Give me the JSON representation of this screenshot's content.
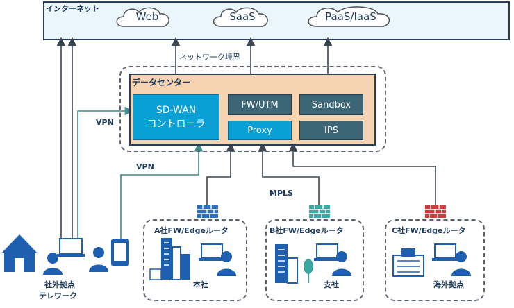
{
  "internet": {
    "label": "インターネット",
    "services": [
      "Web",
      "SaaS",
      "PaaS/IaaS"
    ]
  },
  "boundary_label": "ネットワーク境界",
  "datacenter": {
    "label": "データセンター",
    "sdwan_controller": "SD-WAN\nコントローラ",
    "fw_utm": "FW/UTM",
    "proxy": "Proxy",
    "sandbox": "Sandbox",
    "ips": "IPS"
  },
  "links": {
    "vpn_top": "VPN",
    "vpn_bottom": "VPN",
    "mpls": "MPLS"
  },
  "sites": {
    "a": {
      "router_label": "A社FW/Edgeルータ",
      "name": "本社"
    },
    "b": {
      "router_label": "B社FW/Edgeルータ",
      "name": "支社"
    },
    "c": {
      "router_label": "C社FW/Edgeルータ",
      "name": "海外拠点"
    }
  },
  "remote": {
    "label_line1": "社外拠点",
    "label_line2": "テレワーク"
  },
  "colors": {
    "navy": "#1f3b5c",
    "line_dark": "#3a4652",
    "line_teal": "#3e8a8a",
    "wall_blue": "#2f6fbf",
    "wall_teal": "#3aa7a0",
    "wall_red": "#d13a3a",
    "icon_blue": "#1f5fb0"
  }
}
